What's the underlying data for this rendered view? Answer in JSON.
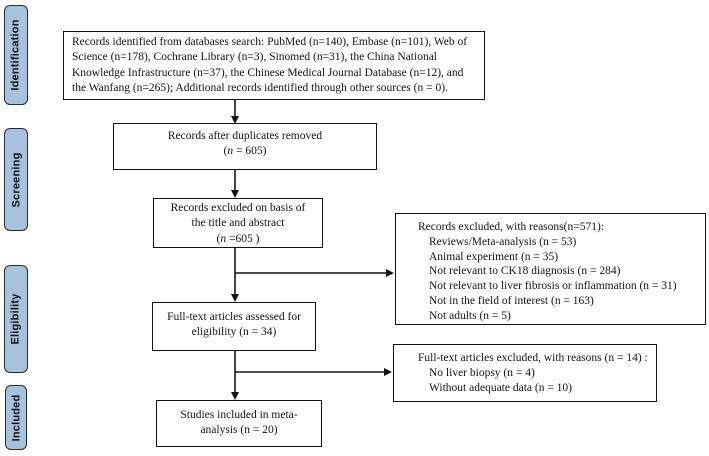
{
  "diagram": {
    "title": "PRISMA study selection flow diagram",
    "colors": {
      "stage_fill": "#a7c2df",
      "stage_border": "#2a2a2a",
      "box_border": "#141414",
      "arrow": "#141414",
      "background": "#ffffff"
    },
    "stages": [
      {
        "label": "Identification"
      },
      {
        "label": "Screening"
      },
      {
        "label": "Eligibility"
      },
      {
        "label": "Included"
      }
    ],
    "boxes": {
      "identified": {
        "lines": [
          "Records identified from databases search: PubMed (n=140), Embase (n=101), Web of",
          "Science (n=178), Cochrane Library (n=3),  Sinomed (n=31), the China National",
          "Knowledge Infrastructure (n=37), the Chinese Medical Journal Database (n=12), and",
          "the Wanfang (n=265);  Additional records identified through other sources (n = 0)."
        ]
      },
      "duplicates_removed": {
        "lines": [
          "Records after duplicates removed",
          "(n = 605)"
        ]
      },
      "title_abstract_excluded": {
        "lines": [
          "Records excluded on basis of",
          "the title and abstract",
          "(n =605 )"
        ]
      },
      "records_excluded_reasons": {
        "lines": [
          "Records excluded, with reasons(n=571):",
          "Reviews/Meta-analysis (n = 53)",
          "Animal experiment (n = 35)",
          "Not relevant to CK18 diagnosis (n = 284)",
          "Not relevant to liver fibrosis or inflammation (n = 31)",
          "Not in the field of interest (n = 163)",
          "Not adults (n = 5)"
        ]
      },
      "fulltext_assessed": {
        "lines": [
          "Full-text articles assessed for",
          "eligibility (n = 34)"
        ]
      },
      "fulltext_excluded_reasons": {
        "lines": [
          "Full-text articles excluded, with reasons (n = 14) :",
          "No liver biopsy (n = 4)",
          "Without adequate data (n = 10)"
        ]
      },
      "studies_included": {
        "lines": [
          "Studies included in meta-",
          "analysis (n = 20)"
        ]
      }
    }
  }
}
